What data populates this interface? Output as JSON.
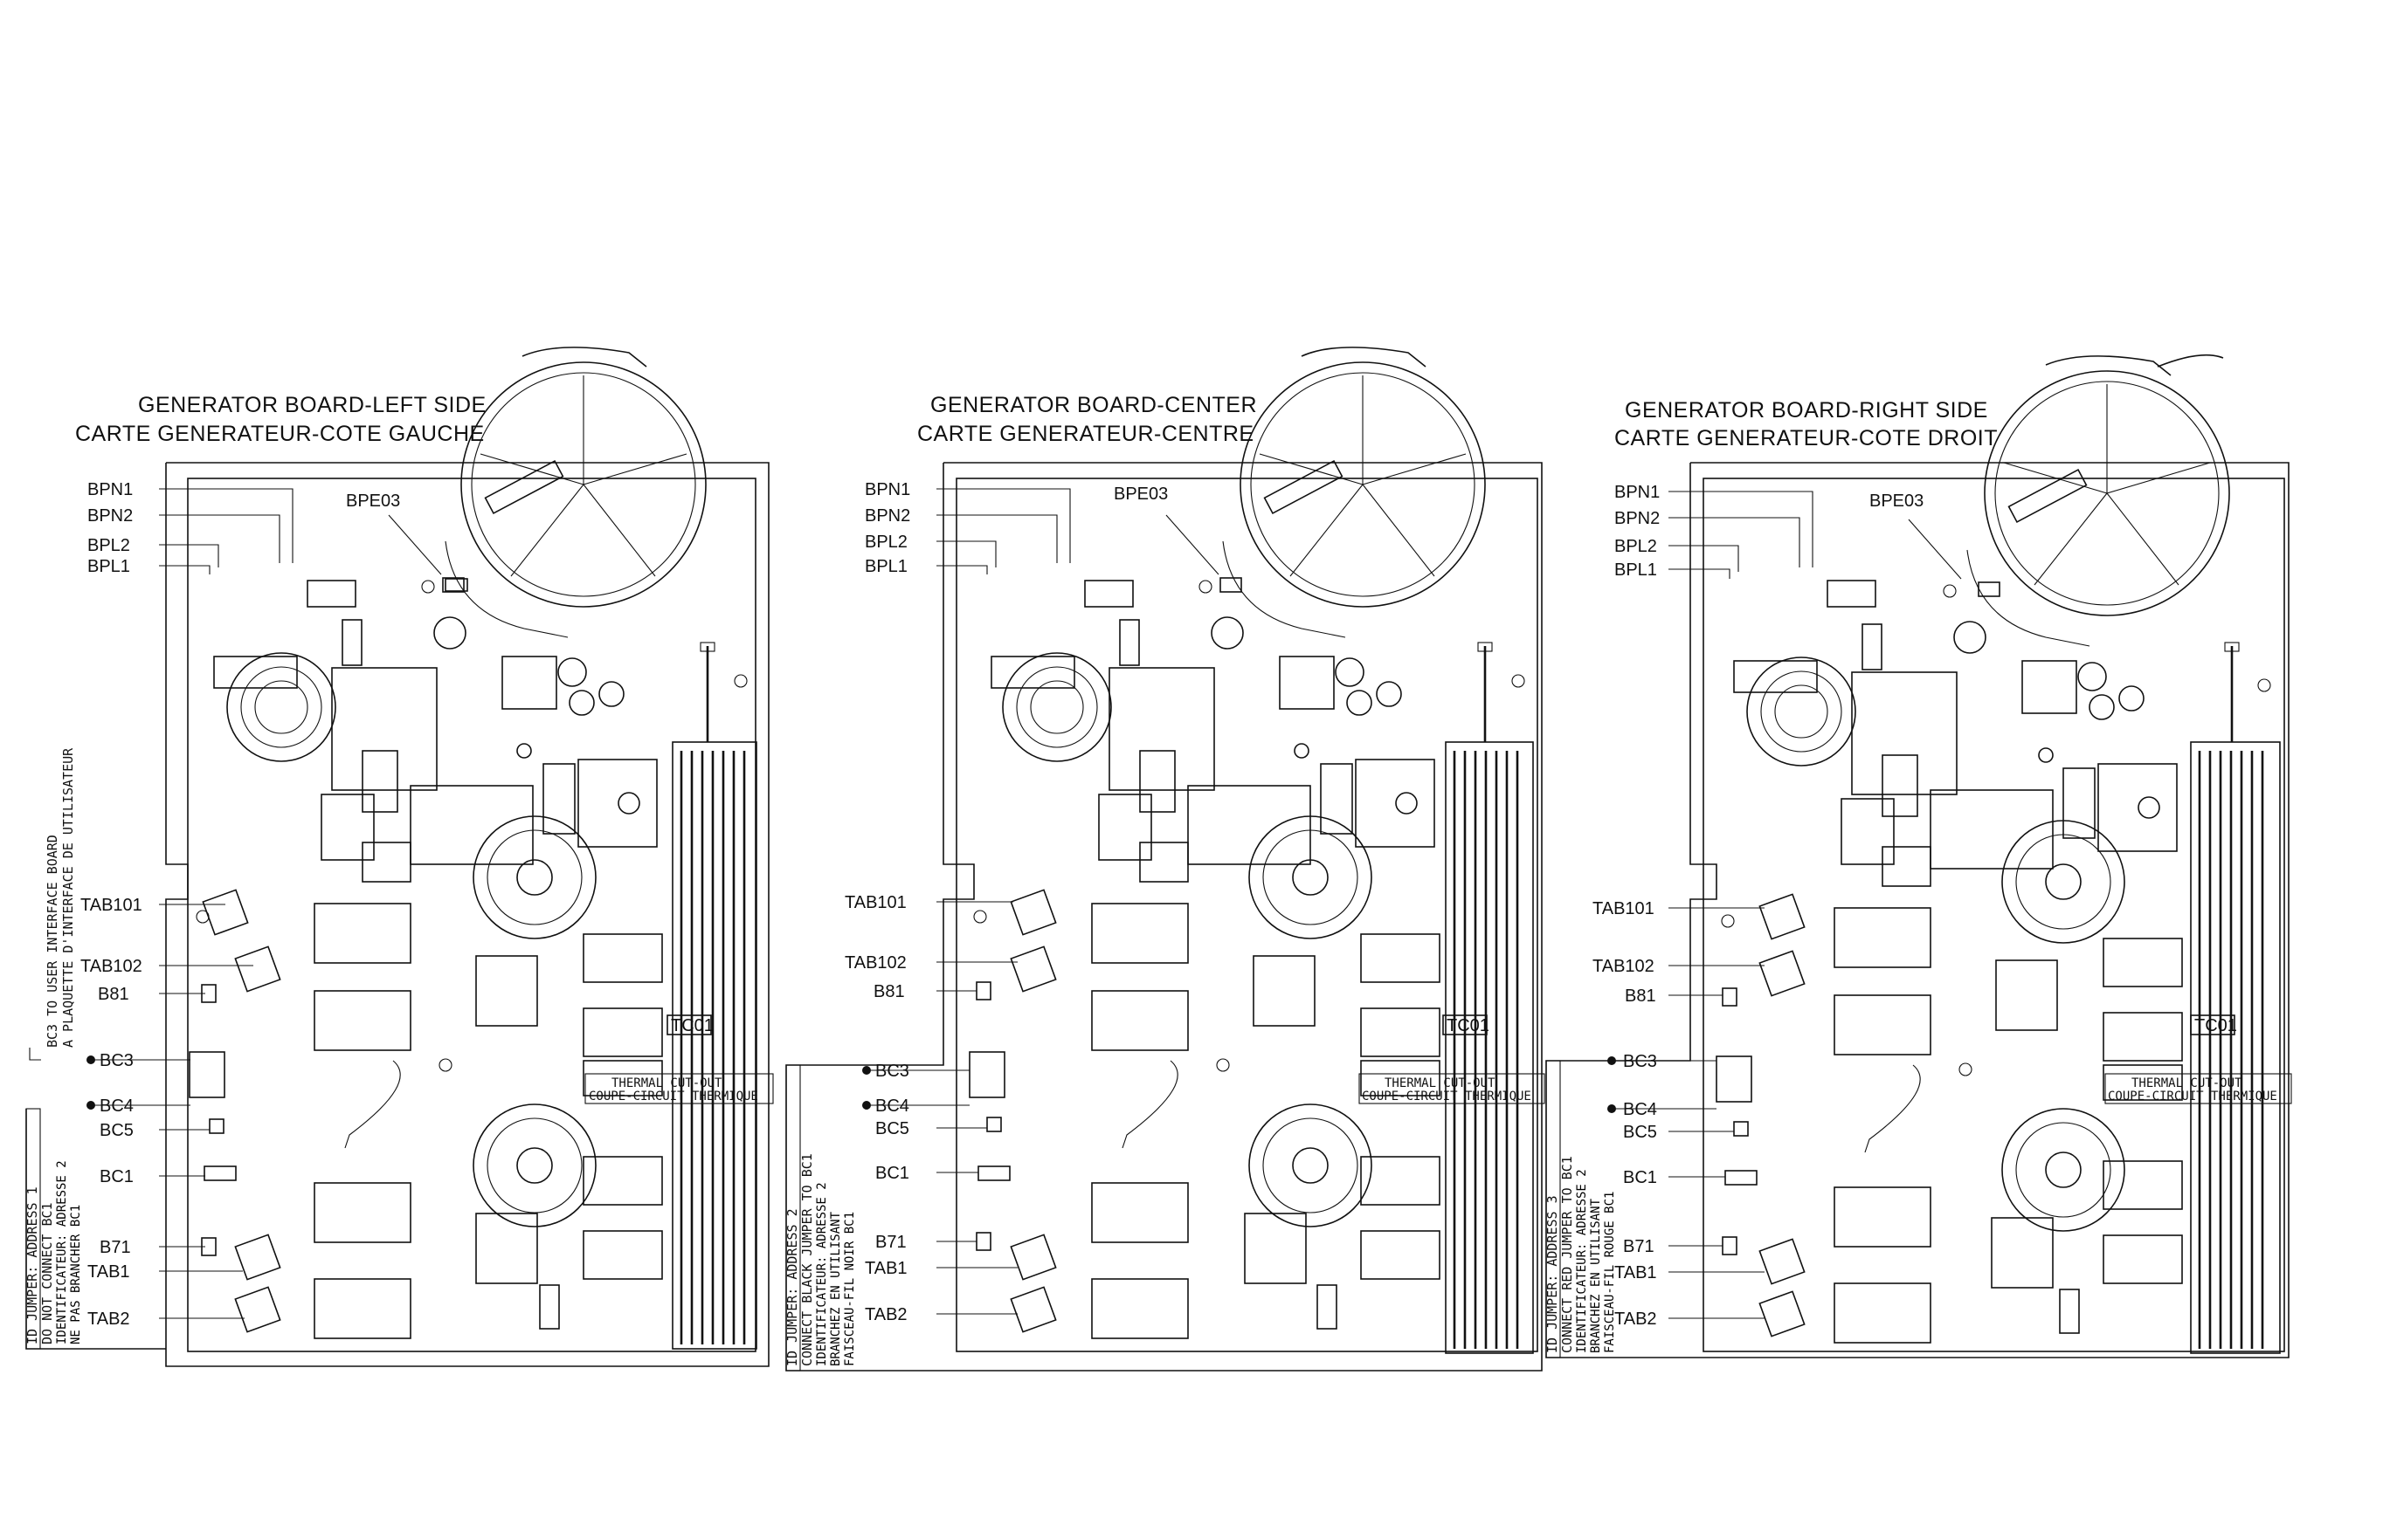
{
  "panels": [
    {
      "id": "left",
      "title_en": "GENERATOR BOARD-LEFT SIDE",
      "title_fr": "CARTE GENERATEUR-COTE GAUCHE",
      "thermal_en": "THERMAL CUT-OUT",
      "thermal_fr": "COUPE-CIRCUIT THERMIQUE",
      "labels": {
        "bpn1": "BPN1",
        "bpn2": "BPN2",
        "bpl2": "BPL2",
        "bpl1": "BPL1",
        "bpe03": "BPE03",
        "tab101": "TAB101",
        "tab102": "TAB102",
        "b81": "B81",
        "bc3": "BC3",
        "bc4": "BC4",
        "bc5": "BC5",
        "bc1": "BC1",
        "b71": "B71",
        "tab1": "TAB1",
        "tab2": "TAB2",
        "tc01": "TC01"
      },
      "jumper_note": {
        "line1": "ID JUMPER: ADDRESS 1",
        "line2": "DO NOT CONNECT BC1",
        "line3": "IDENTIFICATEUR: ADRESSE 2",
        "line4": "NE PAS BRANCHER BC1"
      },
      "interface_note": {
        "line1": "BC3 TO USER INTERFACE BOARD",
        "line2": "A PLAQUETTE D'INTERFACE DE UTILISATEUR"
      }
    },
    {
      "id": "center",
      "title_en": "GENERATOR BOARD-CENTER",
      "title_fr": "CARTE GENERATEUR-CENTRE",
      "thermal_en": "THERMAL CUT-OUT",
      "thermal_fr": "COUPE-CIRCUIT THERMIQUE",
      "labels": {
        "bpn1": "BPN1",
        "bpn2": "BPN2",
        "bpl2": "BPL2",
        "bpl1": "BPL1",
        "bpe03": "BPE03",
        "tab101": "TAB101",
        "tab102": "TAB102",
        "b81": "B81",
        "bc3": "BC3",
        "bc4": "BC4",
        "bc5": "BC5",
        "bc1": "BC1",
        "b71": "B71",
        "tab1": "TAB1",
        "tab2": "TAB2",
        "tc01": "TC01"
      },
      "jumper_note": {
        "line1": "ID JUMPER: ADDRESS 2",
        "line2": "CONNECT BLACK JUMPER TO BC1",
        "line3": "IDENTIFICATEUR: ADRESSE 2",
        "line4": "BRANCHEZ EN UTILISANT",
        "line5": "FAISCEAU-FIL NOIR BC1"
      }
    },
    {
      "id": "right",
      "title_en": "GENERATOR BOARD-RIGHT SIDE",
      "title_fr": "CARTE GENERATEUR-COTE DROIT",
      "thermal_en": "THERMAL CUT-OUT",
      "thermal_fr": "COUPE-CIRCUIT THERMIQUE",
      "labels": {
        "bpn1": "BPN1",
        "bpn2": "BPN2",
        "bpl2": "BPL2",
        "bpl1": "BPL1",
        "bpe03": "BPE03",
        "tab101": "TAB101",
        "tab102": "TAB102",
        "b81": "B81",
        "bc3": "BC3",
        "bc4": "BC4",
        "bc5": "BC5",
        "bc1": "BC1",
        "b71": "B71",
        "tab1": "TAB1",
        "tab2": "TAB2",
        "tc01": "TC01"
      },
      "jumper_note": {
        "line1": "ID JUMPER: ADDRESS 3",
        "line2": "CONNECT RED JUMPER TO BC1",
        "line3": "IDENTIFICATEUR: ADRESSE 2",
        "line4": "BRANCHEZ EN UTILISANT",
        "line5": "FAISCEAU-FIL ROUGE BC1"
      }
    }
  ]
}
